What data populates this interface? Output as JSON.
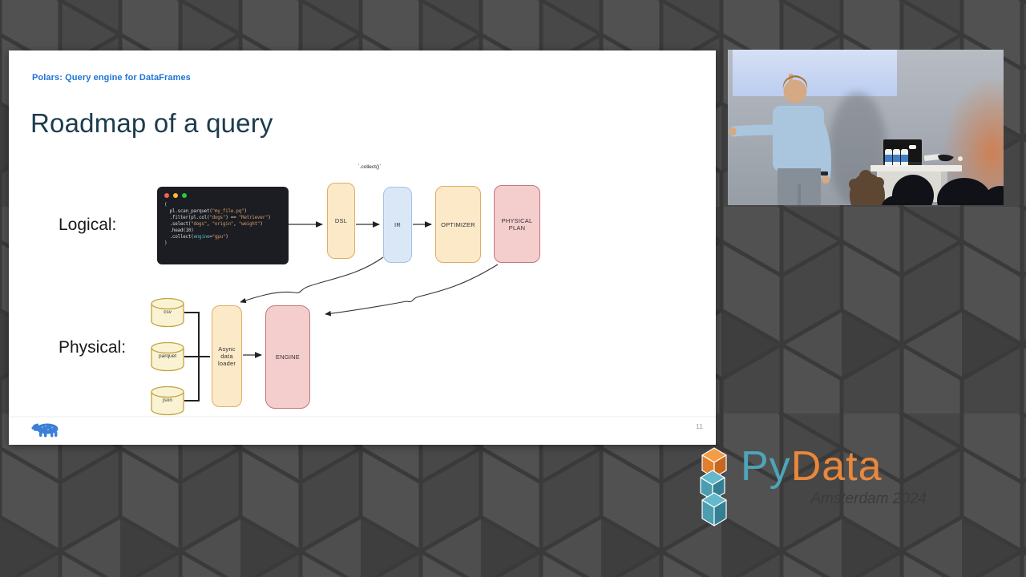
{
  "slide": {
    "header": "Polars: Query engine for DataFrames",
    "title": "Roadmap of a query",
    "labels": {
      "logical": "Logical:",
      "physical": "Physical:"
    },
    "collect_label": "`.collect()`",
    "code": {
      "lines": [
        [
          {
            "t": "(",
            "c": ""
          }
        ],
        [
          {
            "t": "  pl.scan_parquet(",
            "c": ""
          },
          {
            "t": "\"my_file.pq\"",
            "c": "str"
          },
          {
            "t": ")",
            "c": ""
          }
        ],
        [
          {
            "t": "  .filter(pl.col(",
            "c": ""
          },
          {
            "t": "\"dogs\"",
            "c": "str"
          },
          {
            "t": ") == ",
            "c": ""
          },
          {
            "t": "\"Retriever\"",
            "c": "str"
          },
          {
            "t": ")",
            "c": ""
          }
        ],
        [
          {
            "t": "  .select(",
            "c": ""
          },
          {
            "t": "\"dogs\"",
            "c": "str"
          },
          {
            "t": ", ",
            "c": ""
          },
          {
            "t": "\"origin\"",
            "c": "str"
          },
          {
            "t": ", ",
            "c": ""
          },
          {
            "t": "\"weight\"",
            "c": "str"
          },
          {
            "t": ")",
            "c": ""
          }
        ],
        [
          {
            "t": "  .head(10)",
            "c": ""
          }
        ],
        [
          {
            "t": "  .collect(",
            "c": ""
          },
          {
            "t": "engine",
            "c": "kw"
          },
          {
            "t": "=",
            "c": ""
          },
          {
            "t": "\"gpu\"",
            "c": "str"
          },
          {
            "t": ")",
            "c": ""
          }
        ],
        [
          {
            "t": ")",
            "c": ""
          }
        ]
      ]
    },
    "boxes": {
      "dsl": "DSL",
      "ir": "IR",
      "optimizer": "OPTIMIZER",
      "physical_plan": "PHYSICAL PLAN",
      "loader": "Async data loader",
      "engine": "ENGINE"
    },
    "datasources": [
      "csv",
      "parquet",
      "json"
    ],
    "page_number": "11"
  },
  "logo": {
    "word_part1": "Py",
    "word_part2": "Data",
    "subtitle": "Amsterdam 2024"
  },
  "colors": {
    "header_blue": "#1e74d6",
    "title_navy": "#1c3c4e",
    "box_tan_fill": "#fbe9c8",
    "box_tan_border": "#dfae63",
    "box_blue_fill": "#d9e7f7",
    "box_blue_border": "#a6c3e3",
    "box_pink_fill": "#f4cdcd",
    "box_pink_border": "#c47676",
    "cylinder_fill": "#faf3d3",
    "cylinder_border": "#bfa53f",
    "code_bg": "#1b1d22",
    "code_string": "#d19a66",
    "code_keyword": "#56b6c2",
    "traffic_red": "#ff5f56",
    "traffic_yellow": "#ffbd2e",
    "traffic_green": "#27c93f",
    "pydata_teal": "#4da5b8",
    "pydata_orange": "#e8883c",
    "background_gray": "#4a4a4a",
    "polars_bear_blue": "#3b7fd8"
  }
}
